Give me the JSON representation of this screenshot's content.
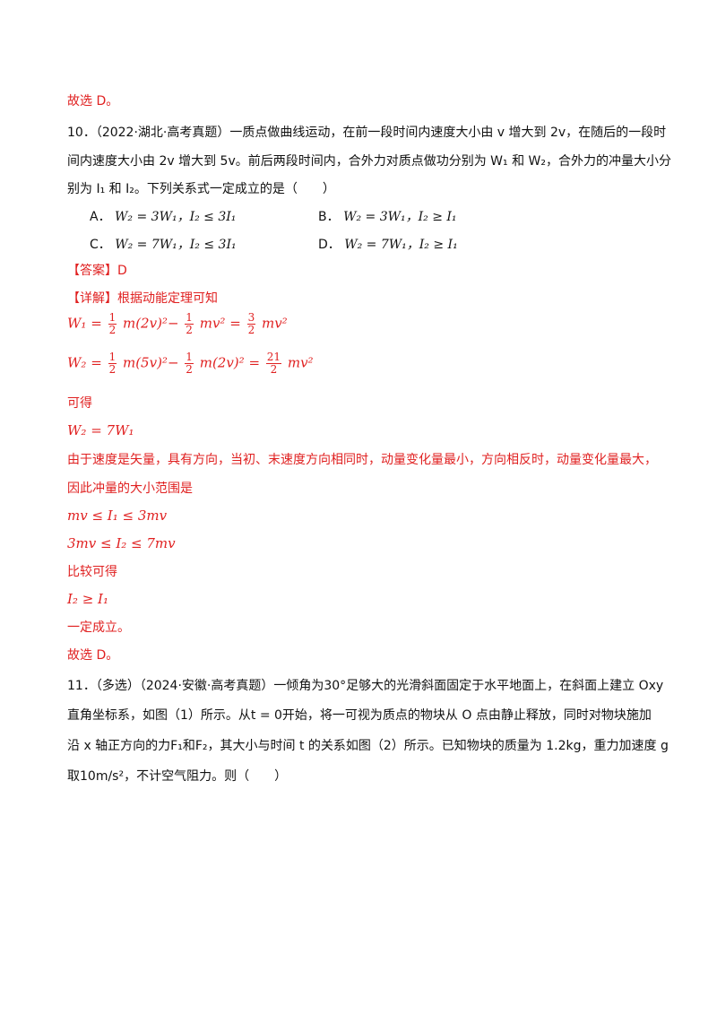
{
  "q9_tail": "故选 D。",
  "q10": {
    "line1": "10．（2022·湖北·高考真题）一质点做曲线运动，在前一段时间内速度大小由 v 增大到 2v，在随后的一段时",
    "line2": "间内速度大小由 2v 增大到 5v。前后两段时间内，合外力对质点做功分别为 W₁ 和 W₂，合外力的冲量大小分",
    "line3": "别为 I₁ 和 I₂。下列关系式一定成立的是（　　）",
    "options": [
      {
        "label": "A．",
        "text": "W₂ = 3W₁，I₂ ≤ 3I₁"
      },
      {
        "label": "B．",
        "text": "W₂ = 3W₁，I₂ ≥ I₁"
      },
      {
        "label": "C．",
        "text": "W₂ = 7W₁，I₂ ≤ 3I₁"
      },
      {
        "label": "D．",
        "text": "W₂ = 7W₁，I₂ ≥ I₁"
      }
    ],
    "answer": "【答案】D",
    "detail": "【详解】根据动能定理可知",
    "eq1_lhs": "W₁ =",
    "eq1_mid1": "m(2v)²−",
    "eq1_mid2": "mv² =",
    "eq1_end": "mv²",
    "eq2_lhs": "W₂ =",
    "eq2_mid1": "m(5v)²−",
    "eq2_mid2": "m(2v)² =",
    "eq2_end": "mv²",
    "frac_1": "1",
    "frac_2": "2",
    "frac_3": "3",
    "frac_21": "21",
    "kede": "可得",
    "eq3": "W₂ = 7W₁",
    "reason1": "由于速度是矢量，具有方向，当初、末速度方向相同时，动量变化量最小，方向相反时，动量变化量最大，",
    "reason2": "因此冲量的大小范围是",
    "range1": "mv ≤ I₁ ≤ 3mv",
    "range2": "3mv ≤ I₂ ≤ 7mv",
    "compare": "比较可得",
    "result": "I₂ ≥ I₁",
    "must": "一定成立。",
    "final": "故选 D。"
  },
  "q11": {
    "line1": "11．（多选）（2024·安徽·高考真题）一倾角为30°足够大的光滑斜面固定于水平地面上，在斜面上建立 Oxy",
    "line2": "直角坐标系，如图（1）所示。从t = 0开始，将一可视为质点的物块从 O 点由静止释放，同时对物块施加",
    "line3": "沿 x 轴正方向的力F₁和F₂，其大小与时间 t 的关系如图（2）所示。已知物块的质量为 1.2kg，重力加速度 g",
    "line4": "取10m/s²，不计空气阻力。则（　　）"
  }
}
